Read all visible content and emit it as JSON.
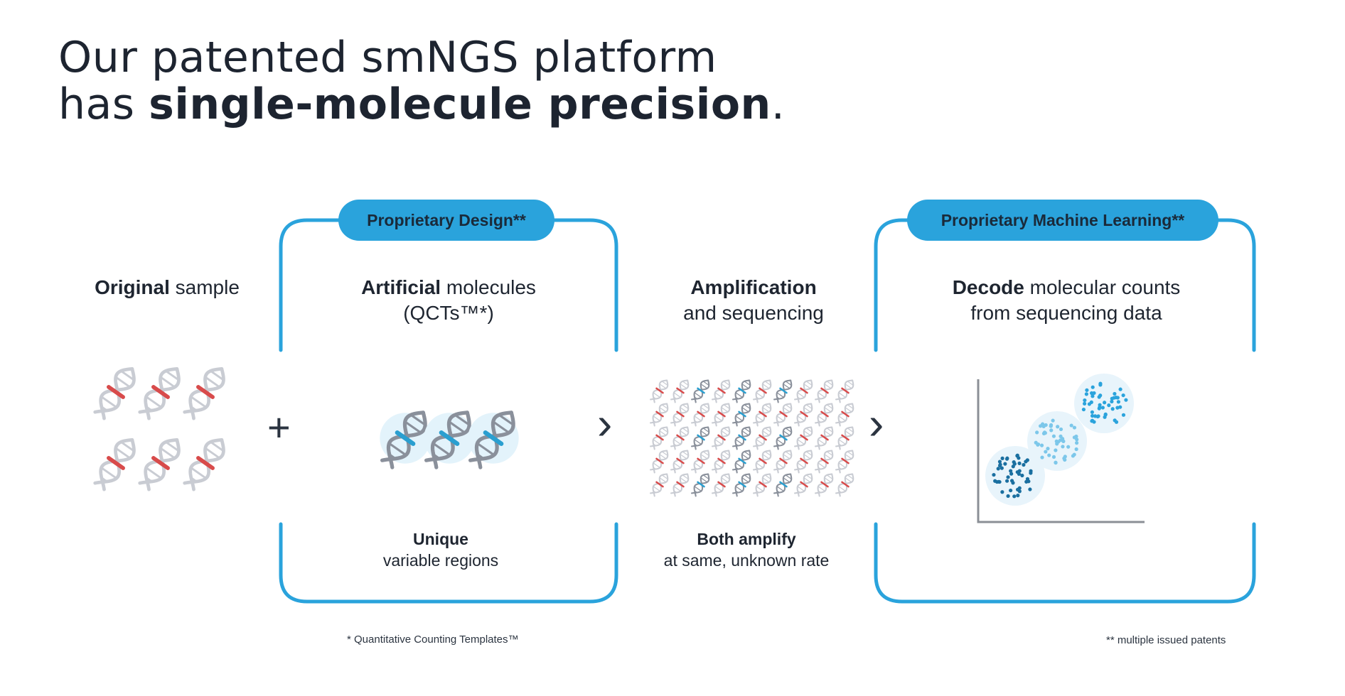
{
  "headline": {
    "line1": "Our patented smNGS platform",
    "line2_prefix": "has ",
    "line2_bold": "single-molecule precision",
    "line2_suffix": "."
  },
  "badges": {
    "design": "Proprietary Design**",
    "ml": "Proprietary Machine Learning**"
  },
  "steps": {
    "original": {
      "bold": "Original",
      "rest": " sample"
    },
    "artificial": {
      "bold": "Artificial",
      "rest": " molecules",
      "line2": "(QCTs™*)"
    },
    "amplification": {
      "bold": "Amplification",
      "line2": "and sequencing"
    },
    "decode": {
      "bold": "Decode",
      "rest": " molecular counts",
      "line2": "from sequencing data"
    }
  },
  "captions": {
    "unique": {
      "bold": "Unique",
      "line2": "variable regions"
    },
    "amplify": {
      "bold": "Both amplify",
      "line2": "at same, unknown rate"
    }
  },
  "operators": {
    "plus": "+",
    "arrow1": "›",
    "arrow2": "›"
  },
  "footnotes": {
    "left": "* Quantitative Counting Templates™",
    "right": "** multiple issued patents"
  },
  "icons": [
    "dna-icon",
    "scatter-plot-icon",
    "plus-icon",
    "chevron-right-icon"
  ],
  "colors": {
    "accent": "#2aa3dc",
    "dna_gray": "#c9ccd3",
    "dna_dark": "#8a909b",
    "mark_red": "#d84b4b",
    "mark_blue": "#2a9fd0",
    "cluster_dark": "#1a6fa0",
    "cluster_mid": "#2aa3dc",
    "cluster_light": "#7cc7ea"
  }
}
